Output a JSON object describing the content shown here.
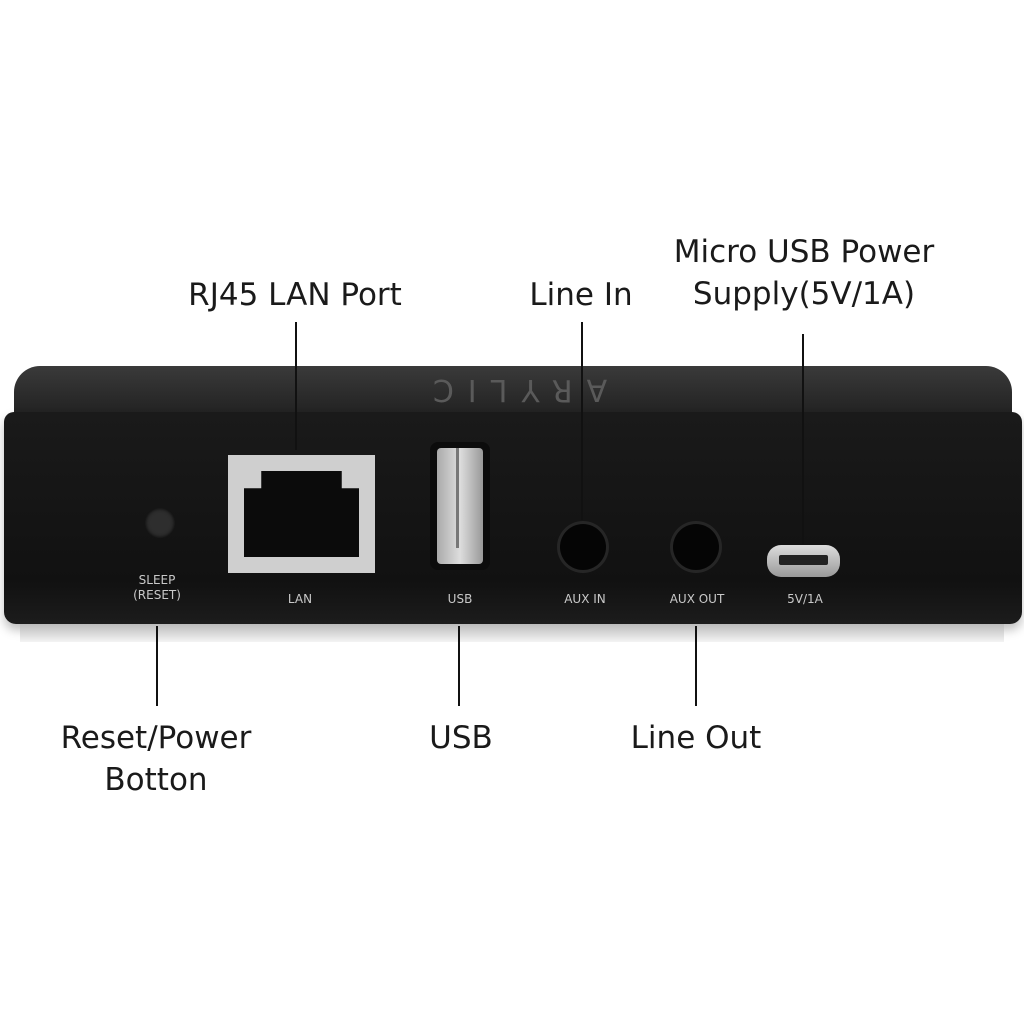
{
  "callouts": {
    "rj45": "RJ45 LAN Port",
    "line_in": "Line In",
    "micro_usb_line1": "Micro USB Power",
    "micro_usb_line2": "Supply(5V/1A)",
    "reset_line1": "Reset/Power",
    "reset_line2": "Botton",
    "usb": "USB",
    "line_out": "Line Out"
  },
  "device": {
    "logo": "ARYLIC",
    "labels": {
      "sleep": "SLEEP",
      "reset": "(RESET)",
      "lan": "LAN",
      "usb": "USB",
      "aux_in": "AUX IN",
      "aux_out": "AUX OUT",
      "power": "5V/1A"
    }
  }
}
